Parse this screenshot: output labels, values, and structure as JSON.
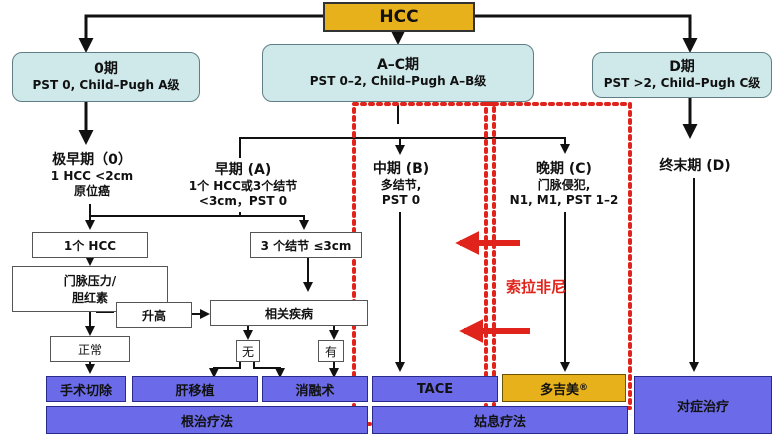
{
  "root": {
    "label": "HCC"
  },
  "top_stages": [
    {
      "id": "stage0",
      "title": "0期",
      "detail": "PST 0, Child–Pugh A级"
    },
    {
      "id": "stageAC",
      "title": "A–C期",
      "detail": "PST 0–2, Child–Pugh A–B级"
    },
    {
      "id": "stageD",
      "title": "D期",
      "detail": "PST >2, Child–Pugh C级"
    }
  ],
  "sub_stages": {
    "very_early": {
      "title": "极早期（0）",
      "lines": [
        "1 HCC <2cm",
        "原位癌"
      ]
    },
    "early": {
      "title": "早期 (A)",
      "lines": [
        "1个 HCC或3个结节",
        "<3cm，PST 0"
      ]
    },
    "intermediate": {
      "title": "中期 (B)",
      "lines": [
        "多结节,",
        "PST 0"
      ]
    },
    "advanced": {
      "title": "晚期 (C)",
      "lines": [
        "门脉侵犯,",
        "N1, M1, PST 1–2"
      ]
    },
    "terminal": {
      "title": "终末期 (D)"
    }
  },
  "decision_boxes": {
    "single_hcc": "1个 HCC",
    "three_nodules": "3 个结节 ≤3cm",
    "portal_pressure": "门脉压力/\n胆红素",
    "elevated": "升高",
    "comorbidity": "相关疾病",
    "normal": "正常",
    "none": "无",
    "yes": "有"
  },
  "treatments": {
    "resection": "手术切除",
    "transplant": "肝移植",
    "ablation": "消融术",
    "tace": "TACE",
    "sorafenib_brand": "多吉美",
    "sorafenib_mark": "®",
    "symptomatic": "对症治疗"
  },
  "categories": {
    "curative": "根治疗法",
    "palliative": "姑息疗法"
  },
  "annotation": {
    "drug": "索拉非尼"
  },
  "colors": {
    "gold": "#e7b11c",
    "stage_fill": "#cfe8ea",
    "treatment_fill": "#6b6bea",
    "highlight_red": "#e0241b"
  }
}
